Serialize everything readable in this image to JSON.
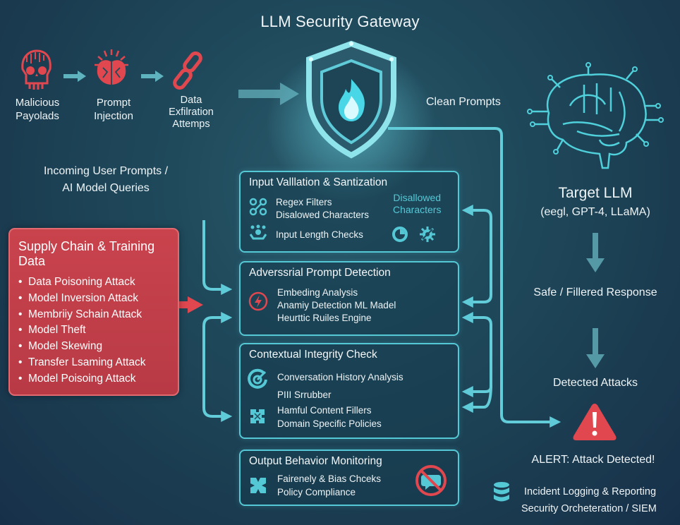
{
  "title": "LLM Security Gateway",
  "threat_flow": [
    {
      "icon": "skull-icon",
      "label_lines": [
        "Malicious",
        "Payolads"
      ]
    },
    {
      "icon": "brain-explosion-icon",
      "label_lines": [
        "Prompt",
        "Injection"
      ]
    },
    {
      "icon": "chain-link-icon",
      "label_lines": [
        "Data",
        "Exfilration",
        "Attemps"
      ]
    }
  ],
  "incoming_label": [
    "Incoming User Prompts /",
    "AI Model Queries"
  ],
  "clean_prompts_label": "Clean Prompts",
  "supply_chain": {
    "title": "Supply Chain & Training Data",
    "items": [
      "Data Poisoning Attack",
      "Model Inversion Attack",
      "Membriiy Schain Attack",
      "Model Theft",
      "Model Skewing",
      "Transfer Lsaming Attack",
      "Model Poisoing Attack"
    ]
  },
  "stages": [
    {
      "title": "Input Valllation & Santization",
      "items": [
        "Regex Filters",
        "Disalowed Characters",
        "Input Length Checks"
      ],
      "side_label": [
        "Disallowed",
        "Characters"
      ]
    },
    {
      "title": "Adverssrial Prompt Detection",
      "items": [
        "Embeding Analysis",
        "Anamiy Detection ML Madel",
        "Heurttic Ruiles Engine"
      ]
    },
    {
      "title": "Contextual Integrity Check",
      "items": [
        "Conversation History Analysis",
        "PIII Srrubber",
        "Hamful Content Fillers",
        "Domain Specific Policies"
      ]
    },
    {
      "title": "Output Behavior Monitoring",
      "items": [
        "Fairenely & Bias Chceks",
        "Policy Compliance"
      ]
    }
  ],
  "target": {
    "title": "Target LLM",
    "subtitle": "(eegl, GPT-4, LLaMA)"
  },
  "safe_response_label": "Safe / Fillered Response",
  "detected_attacks_label": "Detected Attacks",
  "alert_label": "ALERT: Attack Detected!",
  "logging": [
    "Incident Logging & Reporting",
    "Security Orcheteration / SIEM"
  ],
  "colors": {
    "accent": "#55c8d6",
    "threat_red": "#e0474f",
    "supply_box": "#c0404a",
    "background": "#1f4a5c"
  }
}
